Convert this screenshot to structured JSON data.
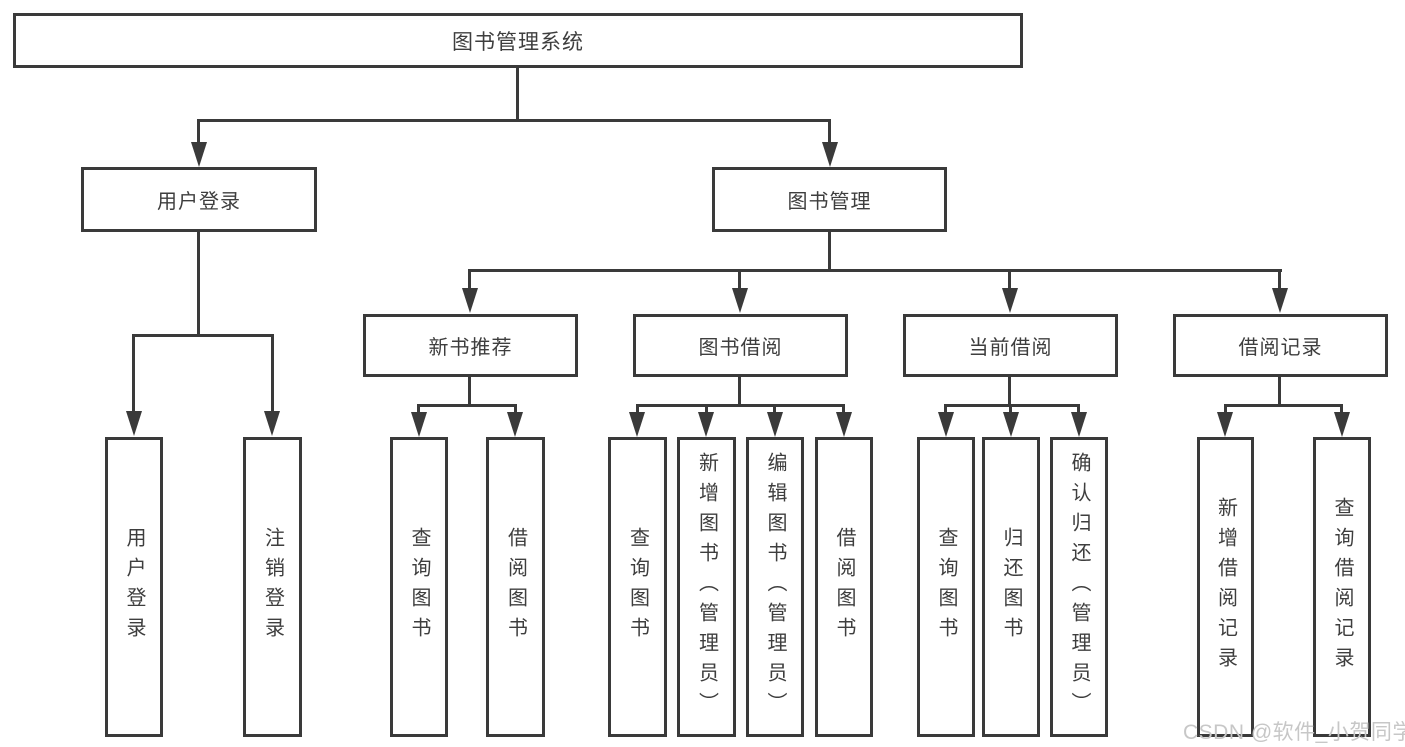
{
  "colors": {
    "line": "#3a3a3a",
    "text": "#3e3e3e",
    "background": "#ffffff",
    "watermark": "#c7c7c7"
  },
  "diagram": {
    "root": {
      "label": "图书管理系统"
    },
    "branches": [
      {
        "label": "用户登录",
        "children": [
          {
            "label": "用户登录"
          },
          {
            "label": "注销登录"
          }
        ]
      },
      {
        "label": "图书管理",
        "children": [
          {
            "label": "新书推荐",
            "children": [
              {
                "label": "查询图书"
              },
              {
                "label": "借阅图书"
              }
            ]
          },
          {
            "label": "图书借阅",
            "children": [
              {
                "label": "查询图书"
              },
              {
                "label": "新增图书（管理员）"
              },
              {
                "label": "编辑图书（管理员）"
              },
              {
                "label": "借阅图书"
              }
            ]
          },
          {
            "label": "当前借阅",
            "children": [
              {
                "label": "查询图书"
              },
              {
                "label": "归还图书"
              },
              {
                "label": "确认归还（管理员）"
              }
            ]
          },
          {
            "label": "借阅记录",
            "children": [
              {
                "label": "新增借阅记录"
              },
              {
                "label": "查询借阅记录"
              }
            ]
          }
        ]
      }
    ]
  },
  "watermark": {
    "text": "CSDN @软件_小贺同学"
  }
}
